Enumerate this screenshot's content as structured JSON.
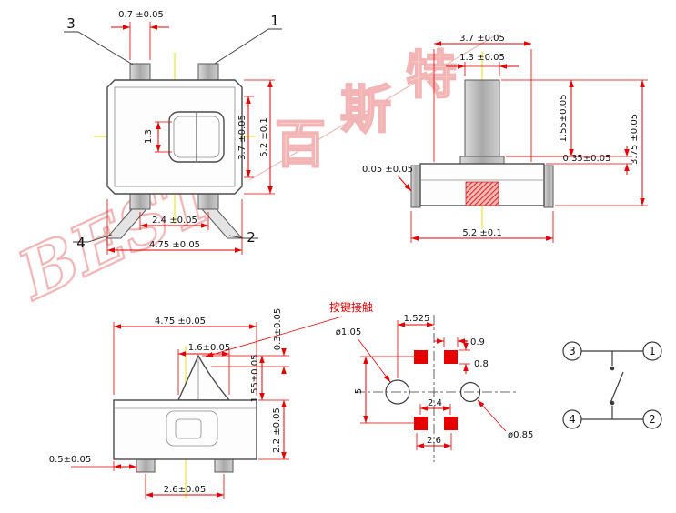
{
  "colors": {
    "dimension_red": "#e60000",
    "centerline_yellow": "#e8e200",
    "pad_red": "#e60000",
    "watermark_pink": "#f1acac"
  },
  "watermark": {
    "brand": "BEST",
    "cn_1": "百",
    "cn_2": "斯",
    "cn_3": "特"
  },
  "top_view": {
    "callouts": {
      "c3": "3",
      "c1": "1",
      "c4": "4",
      "c2": "2"
    },
    "dims": {
      "tab_width": "0.7 ±0.05",
      "contact_width": "1.3",
      "body_height": "3.7 ±0.05",
      "overall_height": "5.2 ±0.1",
      "pin_pitch": "2.4 ±0.05",
      "body_width": "4.75 ±0.05"
    }
  },
  "front_view": {
    "dims": {
      "body_top_width": "3.7 ±0.05",
      "stem_width": "1.3 ±0.05",
      "stem_height": "1.55±0.05",
      "flange_step": "0.35±0.05",
      "total_height": "3.75 ±0.05",
      "terminal_thickness": "0.05 ±0.05",
      "overall_width": "5.2 ±0.1"
    }
  },
  "side_view": {
    "contact_label": "按键接触",
    "dims": {
      "body_width": "4.75 ±0.05",
      "actuator_width": "1.6±0.05",
      "tip_height": "0.3±0.05",
      "actuator_height": "1.55±0.05",
      "body_height": "2.2 ±0.05",
      "pin_offset": "0.5±0.05",
      "pin_pitch": "2.6±0.05"
    }
  },
  "land_pattern": {
    "dims": {
      "hole_offset": "1.525",
      "hole_dia_left": "ø1.05",
      "pad_width": "0.9",
      "pad_height": "0.8",
      "row_pitch": "5",
      "pad_pitch": "2.4",
      "pad_span": "2.6",
      "hole_dia_right": "ø0.85"
    }
  },
  "schematic": {
    "pins": {
      "p3": "3",
      "p1": "1",
      "p4": "4",
      "p2": "2"
    }
  }
}
